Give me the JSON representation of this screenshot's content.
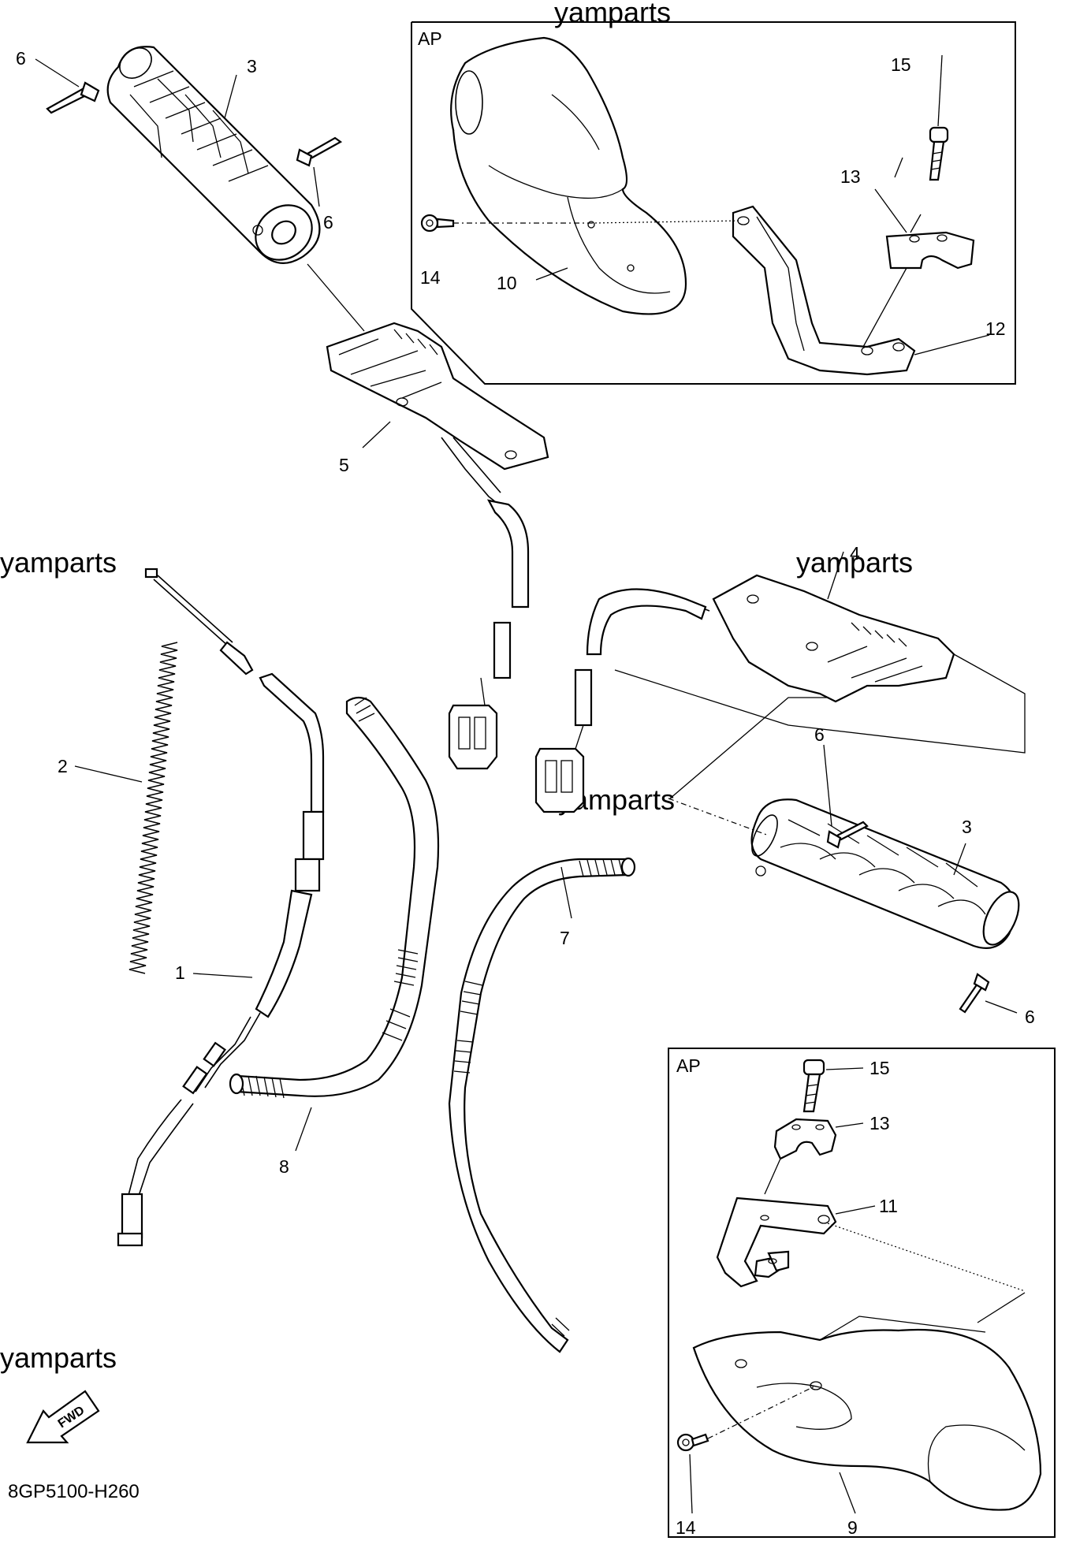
{
  "watermark": "yamparts",
  "diagram_code": "8GP5100-H260",
  "fwd_label": "FWD",
  "box_label": "AP",
  "callouts": {
    "c1": "1",
    "c2": "2",
    "c3a": "3",
    "c3b": "3",
    "c4": "4",
    "c5": "5",
    "c6a": "6",
    "c6b": "6",
    "c6c": "6",
    "c6d": "6",
    "c7": "7",
    "c8": "8",
    "c9": "9",
    "c10": "10",
    "c11": "11",
    "c12": "12",
    "c13a": "13",
    "c13b": "13",
    "c14a": "14",
    "c14b": "14",
    "c15a": "15",
    "c15b": "15"
  }
}
